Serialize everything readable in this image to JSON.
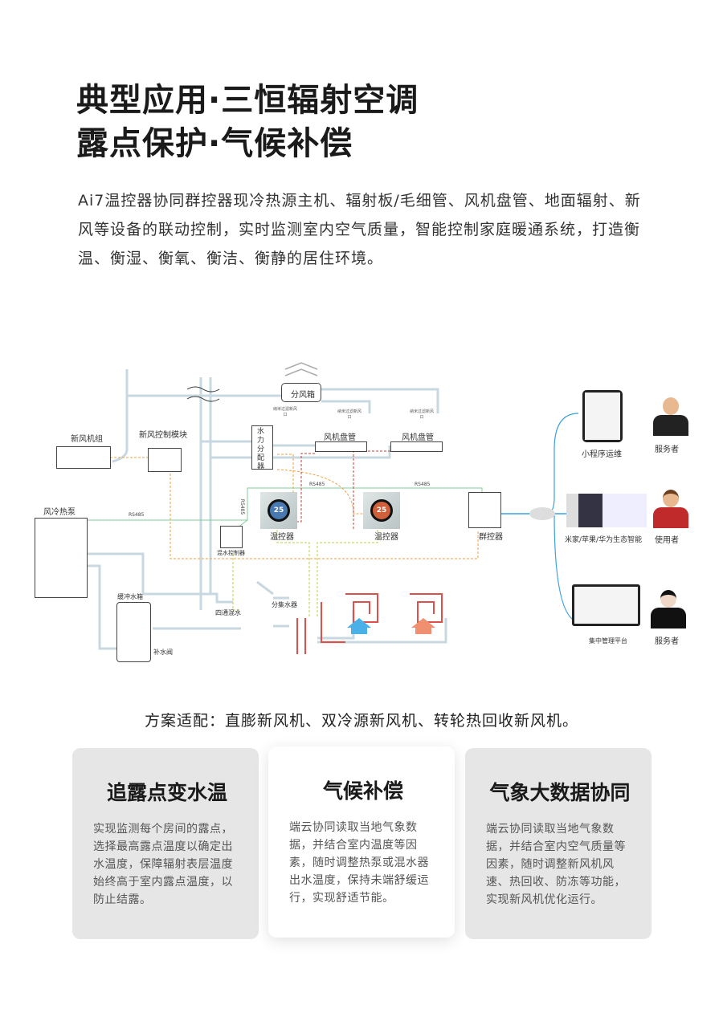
{
  "heading": {
    "line1": "典型应用·三恒辐射空调",
    "line2": "露点保护·气候补偿"
  },
  "intro": "Ai7温控器协同群控器现冷热源主机、辐射板/毛细管、风机盘管、地面辐射、新风等设备的联动控制，实时监测室内空气质量，智能控制家庭暖通系统，打造衡温、衡湿、衡氧、衡洁、衡静的居住环境。",
  "diagram": {
    "fresh_air_unit": "新风机组",
    "fresh_air_module": "新风控制模块",
    "heat_pump": "风冷热泵",
    "rs485": "RS485",
    "air_box": "分风箱",
    "nano_outlet": "纳米过滤新风口",
    "water_distributor": "水力分配器",
    "fan_coil": "风机盘管",
    "thermostat": "温控器",
    "thermostat_display": "25",
    "group_controller": "群控器",
    "mixing_controller": "混水控制器",
    "buffer_tank": "缓冲水箱",
    "four_way_mix": "四通混水",
    "manifold": "分集水器",
    "refill_valve": "补水阀",
    "mini_program": "小程序运维",
    "ecosystem": "米家/苹果/华为生态智能",
    "platform": "集中管理平台",
    "service_person": "服务者",
    "user_person": "使用者",
    "colors": {
      "rs485_line": "#7fcf9a",
      "control_line": "#f0a040",
      "pipe": "#c8d8e0",
      "hot": "#e0504a",
      "cloud_line": "#3aa0dc"
    }
  },
  "subtitle": "方案适配：直膨新风机、双冷源新风机、转轮热回收新风机。",
  "cards": [
    {
      "title": "追露点变水温",
      "body": "实现监测每个房间的露点，选择最高露点温度以确定出水温度，保障辐射表层温度始终高于室内露点温度，以防止结露。"
    },
    {
      "title": "气候补偿",
      "body": "端云协同读取当地气象数据，并结合室内温度等因素，随时调整热泵或混水器出水温度，保持未端舒缓运行，实现舒适节能。"
    },
    {
      "title": "气象大数据协同",
      "body": "端云协同读取当地气象数据，并结合室内空气质量等因素，随时调整新风机风速、热回收、防冻等功能，实现新风机优化运行。"
    }
  ]
}
